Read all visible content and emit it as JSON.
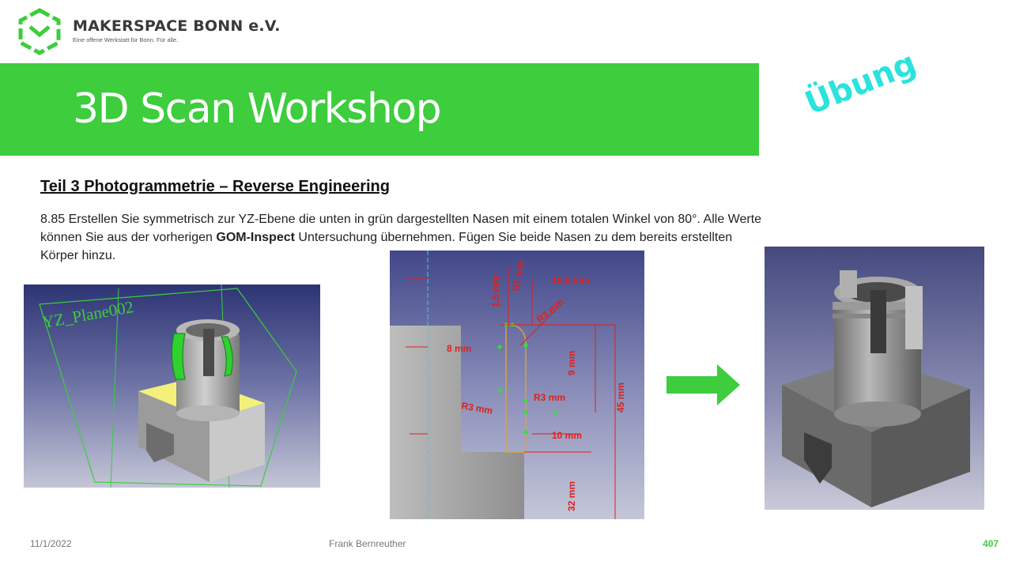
{
  "header": {
    "org_name": "MAKERSPACE BONN e.V.",
    "org_tagline": "Eine offene Werkstatt für Bonn. Für alle."
  },
  "title": "3D Scan Workshop",
  "badge": "Übung",
  "section_heading": "Teil 3  Photogrammetrie  – Reverse Engineering",
  "instruction": {
    "part1": "8.85 Erstellen Sie symmetrisch zur YZ-Ebene die unten in grün dargestellten Nasen mit einem totalen Winkel von 80°. Alle Werte können Sie aus der vorherigen ",
    "bold": "GOM-Inspect",
    "part2": " Untersuchung übernehmen. Fügen Sie beide Nasen zu dem bereits erstellten Körper hinzu."
  },
  "figure_left": {
    "plane_label": "YZ_Plane002"
  },
  "figure_sketch": {
    "dims": [
      "10,5 mm",
      "1,5 mm",
      "R1 mm",
      "R3 mm",
      "8 mm",
      "9 mm",
      "45 mm",
      "R3 mm",
      "R3 mm",
      "10 mm",
      "32 mm"
    ]
  },
  "footer": {
    "date": "11/1/2022",
    "author": "Frank Bernreuther",
    "page": "407"
  },
  "colors": {
    "accent_green": "#3dcd3d",
    "badge_cyan": "#2be3dc",
    "dimension_red": "#e0201a"
  }
}
